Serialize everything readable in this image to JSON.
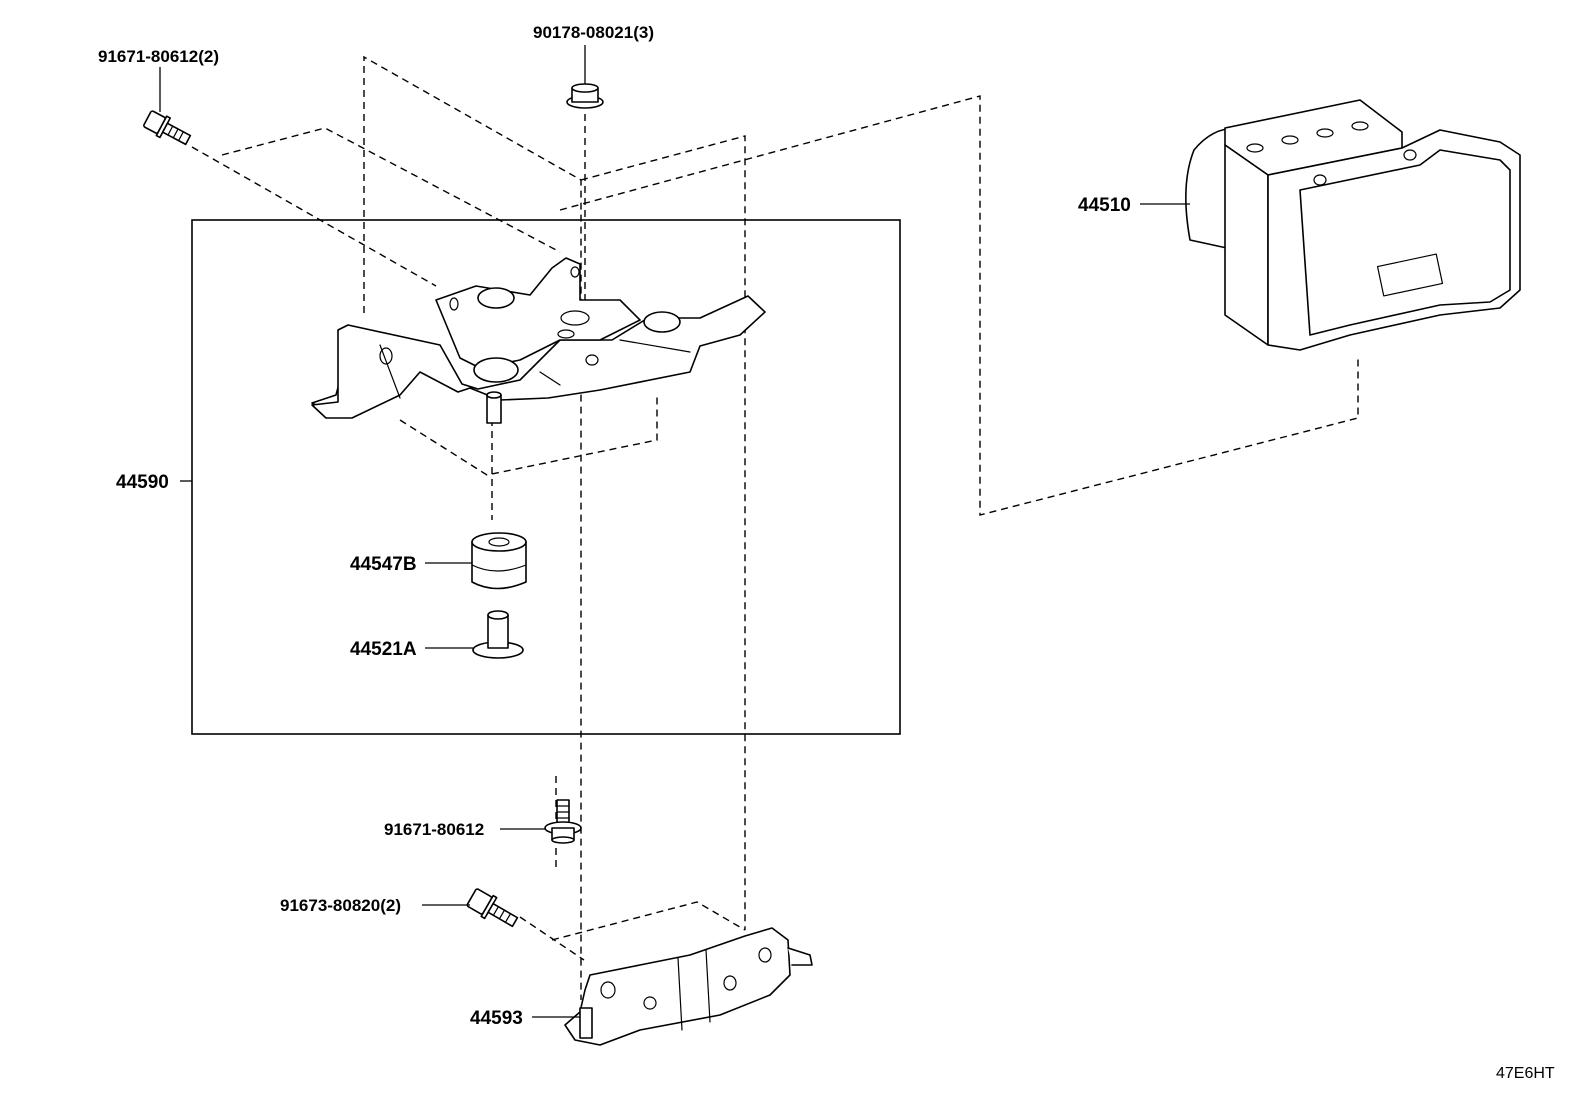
{
  "diagram": {
    "code": "47E6HT",
    "parts": {
      "bolt_top_left": "91671-80612(2)",
      "nut_top": "90178-08021(3)",
      "actuator": "44510",
      "bracket_assy": "44590",
      "cushion": "44547B",
      "collar": "44521A",
      "bolt_mid": "91671-80612",
      "bolt_low": "91673-80820(2)",
      "lower_bracket": "44593"
    }
  }
}
